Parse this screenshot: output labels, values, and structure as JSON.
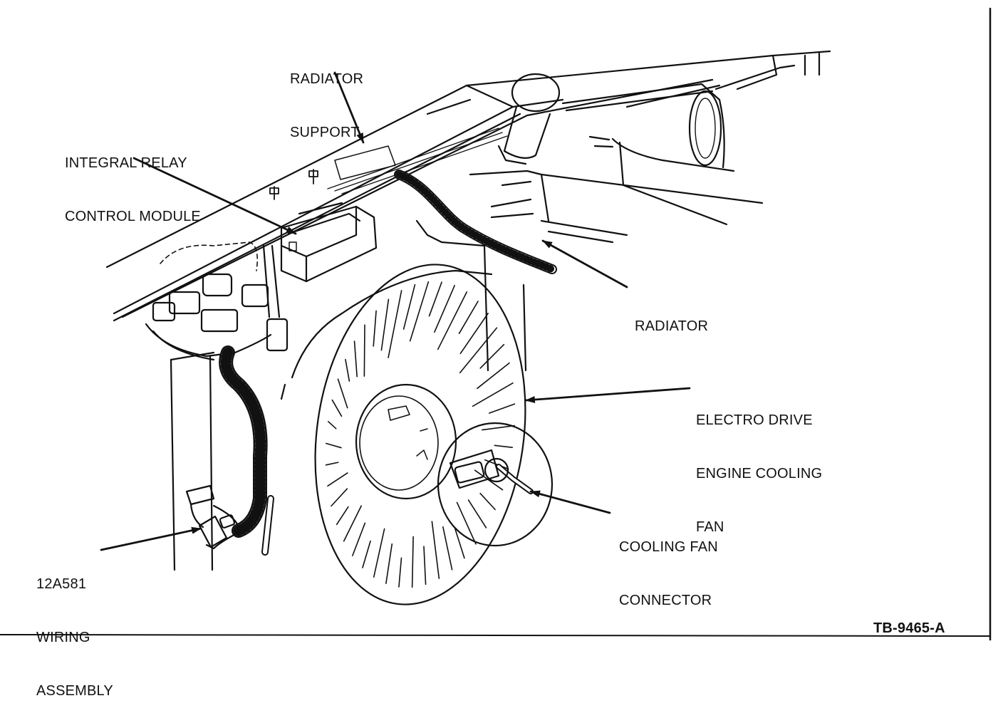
{
  "labels": {
    "radiator_support": [
      "RADIATOR",
      "SUPPORT"
    ],
    "relay_module": [
      "INTEGRAL RELAY",
      "CONTROL MODULE"
    ],
    "radiator": [
      "RADIATOR"
    ],
    "cooling_fan": [
      "ELECTRO DRIVE",
      "ENGINE COOLING",
      "FAN"
    ],
    "fan_connector": [
      "COOLING FAN",
      "CONNECTOR"
    ],
    "wiring_assembly": [
      "12A581",
      "WIRING",
      "ASSEMBLY"
    ]
  },
  "figure_id": "TB-9465-A",
  "colors": {
    "ink": "#111111",
    "paper": "#ffffff"
  }
}
